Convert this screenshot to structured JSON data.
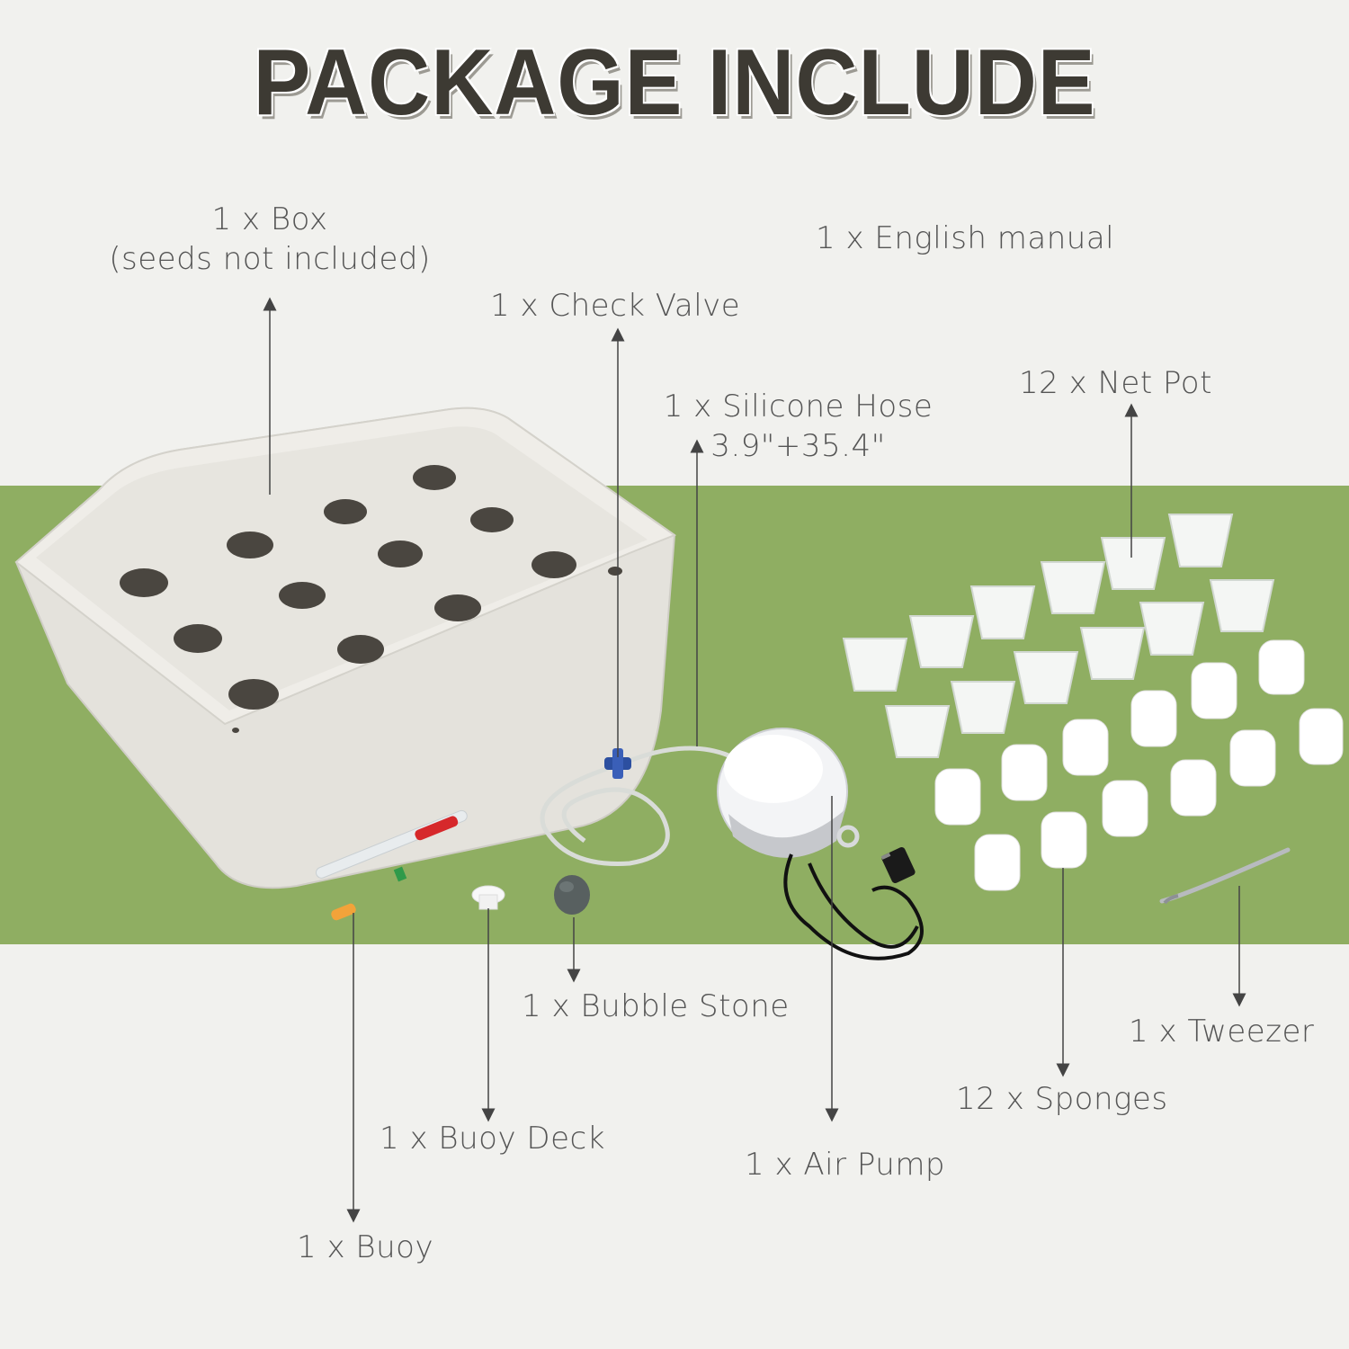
{
  "title": "PACKAGE INCLUDE",
  "labels": {
    "box_line1": "1 x Box",
    "box_line2": "(seeds not included)",
    "manual": "1 x English manual",
    "check_valve": "1 x Check Valve",
    "hose_line1": "1 x Silicone Hose",
    "hose_line2": "3.9\"+35.4\"",
    "net_pot": "12 x Net Pot",
    "bubble_stone": "1 x Bubble Stone",
    "tweezer": "1 x Tweezer",
    "sponges": "12 x Sponges",
    "buoy_deck": "1 x Buoy Deck",
    "air_pump": "1 x Air Pump",
    "buoy": "1 x Buoy"
  },
  "colors": {
    "background": "#f1f1ee",
    "band": "#8fae62",
    "title": "#3d3a33",
    "label": "#555555"
  }
}
